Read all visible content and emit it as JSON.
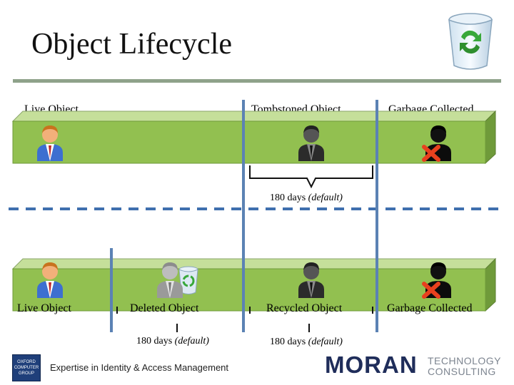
{
  "title": "Object Lifecycle",
  "top_row": {
    "stage_1": "Live Object",
    "stage_2": "Tombstoned Object",
    "stage_3": "Garbage Collected",
    "interval": "180 days",
    "interval_note": "(default)"
  },
  "bottom_row": {
    "stage_1": "Live Object",
    "stage_2": "Deleted Object",
    "stage_3": "Recycled Object",
    "stage_4": "Garbage Collected",
    "interval_1": "180 days",
    "interval_1_note": "(default)",
    "interval_2": "180 days",
    "interval_2_note": "(default)"
  },
  "footer": {
    "logo_left_lines": [
      "OXFORD",
      "COMPUTER",
      "GROUP"
    ],
    "tagline": "Expertise in Identity & Access Management",
    "brand_main": "MORAN",
    "brand_sub_1": "TECHNOLOGY",
    "brand_sub_2": "CONSULTING"
  },
  "colors": {
    "bar_front": "#92c050",
    "bar_top": "#c5df9a",
    "bar_side": "#6f9a3a",
    "divider": "#5b82b4",
    "dashed": "#3f6fae",
    "rule": "#8ea28a",
    "brand_navy": "#1f2d5a"
  },
  "icons": [
    "recycle-bin-icon",
    "live-user-icon",
    "tombstoned-user-icon",
    "garbage-collected-user-icon",
    "deleted-user-icon",
    "recycled-user-icon"
  ]
}
